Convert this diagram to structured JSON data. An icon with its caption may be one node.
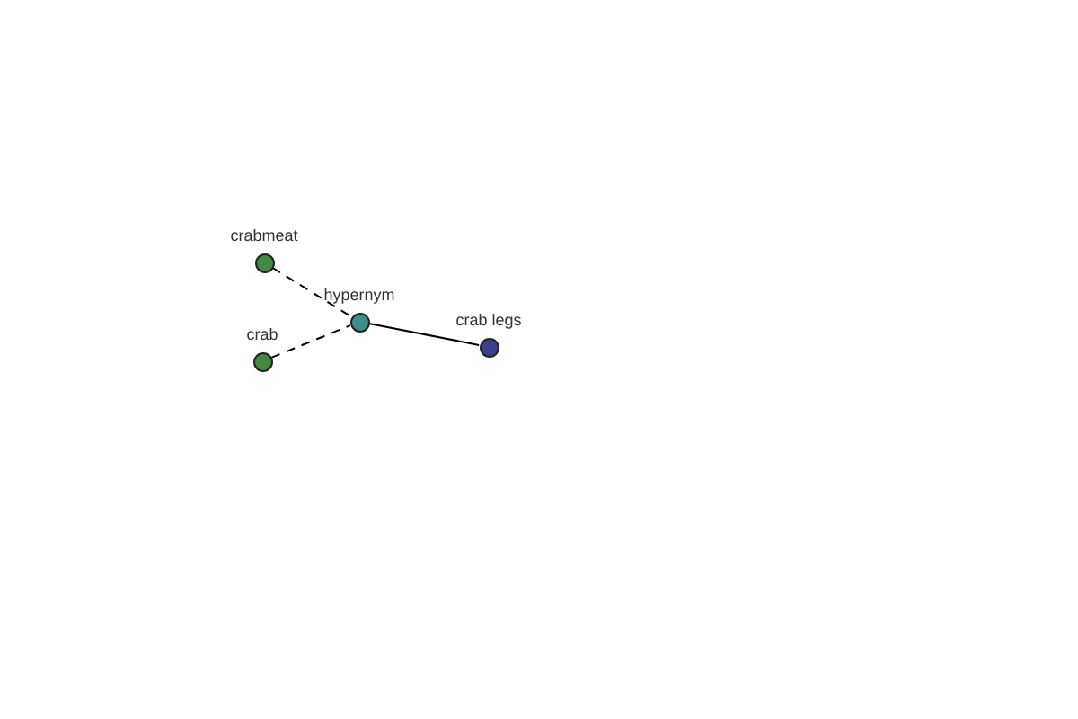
{
  "diagram": {
    "nodes": [
      {
        "text": [
          "crabmeat"
        ]
      },
      {
        "text": [
          "hypernym"
        ]
      },
      {
        "text": [
          "crab"
        ]
      },
      {
        "text": [
          "crab legs"
        ]
      }
    ],
    "edges": [
      {
        "from": 0,
        "to": 1,
        "arrow": "none",
        "style": "dashed"
      },
      {
        "from": 2,
        "to": 1,
        "arrow": "none",
        "style": "dashed"
      },
      {
        "from": 1,
        "to": 3,
        "arrow": "none"
      }
    ]
  }
}
